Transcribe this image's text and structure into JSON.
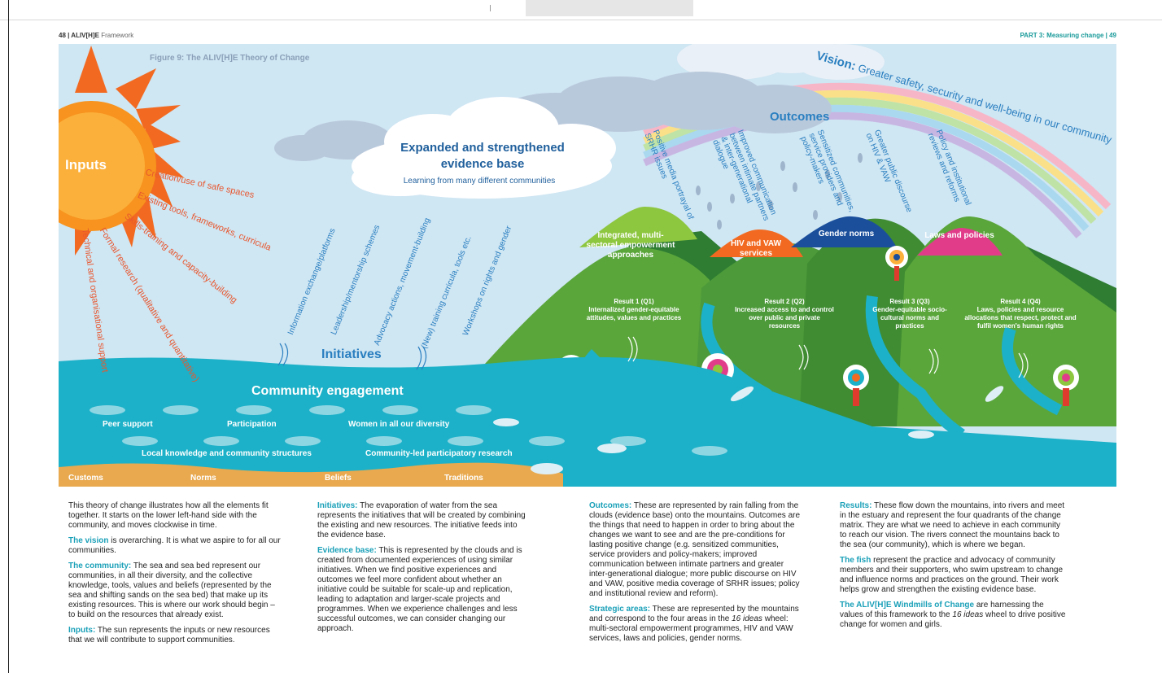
{
  "header": {
    "left_page": "48 | ALIV[H]E",
    "left_label": "Framework",
    "right": "PART 3: Measuring change | 49"
  },
  "figure": {
    "caption": "Figure 9: The ALIV[H]E Theory of Change",
    "vision_label": "Vision:",
    "vision_text": "Greater safety, security and well-being in our community",
    "inputs_title": "Inputs",
    "inputs": [
      "Creation/use of safe spaces",
      "Existing tools, frameworks, curricula",
      "Skills-training and capacity-building",
      "Formal research (qualitative and quantitative)",
      "Technical and organisational support"
    ],
    "initiatives_title": "Initiatives",
    "initiatives": [
      "Information exchange/platforms",
      "Leadership/mentorship schemes",
      "Advocacy actions, movement-building",
      "(New) training curricula, tools etc.",
      "Workshops on rights and gender"
    ],
    "evidence_title": "Expanded and strengthened evidence base",
    "evidence_sub": "Learning from many different communities",
    "outcomes_title": "Outcomes",
    "outcomes": [
      "Positive media portrayal of SRHR issues",
      "Improved communication between intimate partners & inter-generational dialogue",
      "Sensitized communities, service providers and policy-makers",
      "Greater public discourse on HIV & VAW",
      "Policy and institutional reviews and reforms"
    ],
    "mountains": [
      "Integrated, multi-sectoral empowerment approaches",
      "HIV and VAW services",
      "Gender norms",
      "Laws and policies"
    ],
    "results": [
      {
        "title": "Result 1 (Q1)",
        "text": "Internalized gender-equitable attitudes, values and practices"
      },
      {
        "title": "Result 2 (Q2)",
        "text": "Increased access to and control over public and private resources"
      },
      {
        "title": "Result 3 (Q3)",
        "text": "Gender-equitable socio-cultural norms and practices"
      },
      {
        "title": "Result 4 (Q4)",
        "text": "Laws, policies and resource allocations that respect, protect and fulfil women's human rights"
      }
    ],
    "community_title": "Community engagement",
    "sea_labels": [
      "Peer support",
      "Participation",
      "Women in all our diversity",
      "Local knowledge and community structures",
      "Community-led participatory research"
    ],
    "sand_labels": [
      "Customs",
      "Norms",
      "Beliefs",
      "Traditions"
    ]
  },
  "text": {
    "col1": {
      "intro": "This theory of change illustrates how all the elements fit together. It starts on the lower left-hand side with the community, and moves clockwise in time.",
      "vision_hl": "The vision",
      "vision": " is overarching. It is what we aspire to for all our communities.",
      "community_hl": "The community:",
      "community": " The sea and sea bed represent our communities, in all their diversity, and the collective knowledge, tools, values and beliefs (represented by the sea and shifting sands on the sea bed) that make up its existing resources. This is where our work should begin – to build on the resources that already exist.",
      "inputs_hl": "Inputs:",
      "inputs": " The sun represents the inputs or new resources that we will contribute to support communities."
    },
    "col2": {
      "initiatives_hl": "Initiatives:",
      "initiatives": " The evaporation of water from the sea represents the initiatives that will be created by combining the existing and new resources. The initiative feeds into the evidence base.",
      "evidence_hl": "Evidence base:",
      "evidence": " This is represented by the clouds and is created from documented experiences of using similar initiatives. When we find positive experiences and outcomes we feel more confident about whether an initiative could be suitable for scale-up and replication, leading to adaptation and larger-scale projects and programmes. When we experience challenges and less successful outcomes, we can consider changing our approach."
    },
    "col3": {
      "outcomes_hl": "Outcomes:",
      "outcomes": " These are represented by rain falling from the clouds (evidence base) onto the mountains. Outcomes are the things that need to happen in order to bring about the changes we want to see and are the pre-conditions for lasting positive change (e.g. sensitized communities, service providers and policy-makers; improved communication between intimate partners and greater inter-generational dialogue; more public discourse on HIV and VAW, positive media coverage of SRHR issues; policy and institutional review and reform).",
      "strategic_hl": "Strategic areas:",
      "strategic_a": " These are represented by the mountains and correspond to the four areas in the ",
      "strategic_i": "16 ideas",
      "strategic_b": " wheel: multi-sectoral empowerment programmes, HIV and VAW services, laws and policies, gender norms."
    },
    "col4": {
      "results_hl": "Results:",
      "results": " These flow down the mountains, into rivers and meet in the estuary and represent the four quadrants of the change matrix. They are what we need to achieve in each community to reach our vision. The rivers connect the mountains back to the sea (our community), which is where we began.",
      "fish_hl": "The fish",
      "fish": " represent the practice and advocacy of community members and their supporters, who swim upstream to change and influence norms and practices on the ground. Their work helps grow and strengthen the existing evidence base.",
      "windmills_hl": "The ALIV[H]E Windmills of Change",
      "windmills_a": " are harnessing the values of this framework to the ",
      "windmills_i": "16 ideas",
      "windmills_b": " wheel to drive positive change for women and girls."
    }
  },
  "colors": {
    "sky": "#cfe6f3",
    "sun": "#f26a21",
    "sea": "#1cb1c8",
    "sand": "#e8a94f",
    "mountain": "#4d9a3a",
    "accent": "#1aa0b8"
  }
}
